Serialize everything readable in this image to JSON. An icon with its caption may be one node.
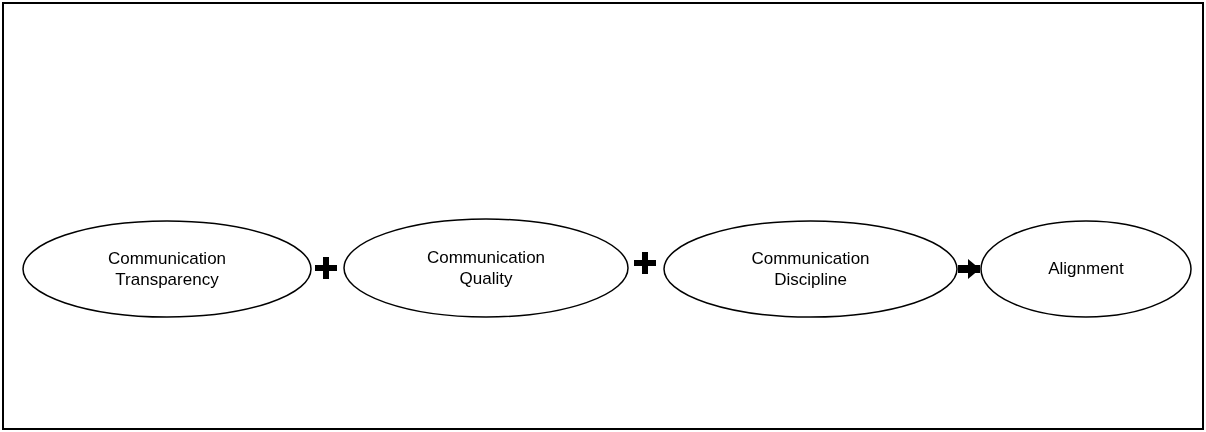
{
  "diagram": {
    "nodes": [
      {
        "text": [
          "Communication Transparency"
        ]
      },
      {
        "text": [
          "Communication Quality"
        ]
      },
      {
        "text": [
          "Communication Discipline"
        ]
      },
      {
        "text": [
          "Alignment"
        ]
      }
    ],
    "edges": [
      {
        "from": 2,
        "to": 3,
        "arrow": "to"
      }
    ]
  }
}
